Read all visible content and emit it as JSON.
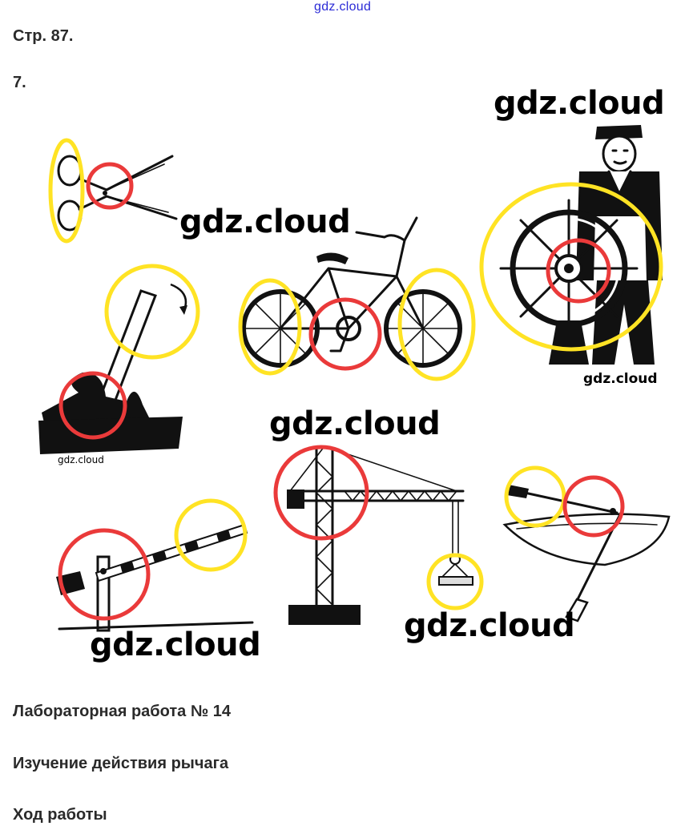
{
  "watermark_top": "gdz.cloud",
  "page_ref": "Стр. 87.",
  "task_number": "7.",
  "watermarks": {
    "sailor": "gdz.cloud",
    "bicycle": "gdz.cloud",
    "sailor_small": "gdz.cloud",
    "lever_small": "gdz.cloud",
    "crane": "gdz.cloud",
    "barrier": "gdz.cloud",
    "crane_bottom": "gdz.cloud"
  },
  "figures": [
    "scissors",
    "ship-wheel",
    "bicycle",
    "lever",
    "barrier",
    "tower-crane",
    "rowboat"
  ],
  "colors": {
    "load_ring": "#ffe324",
    "pivot_ring": "#ea3a3a",
    "watermark_top": "#2b2bd6"
  },
  "lab_title": "Лабораторная работа № 14",
  "lab_topic": "Изучение действия рычага",
  "lab_section": "Ход работы"
}
